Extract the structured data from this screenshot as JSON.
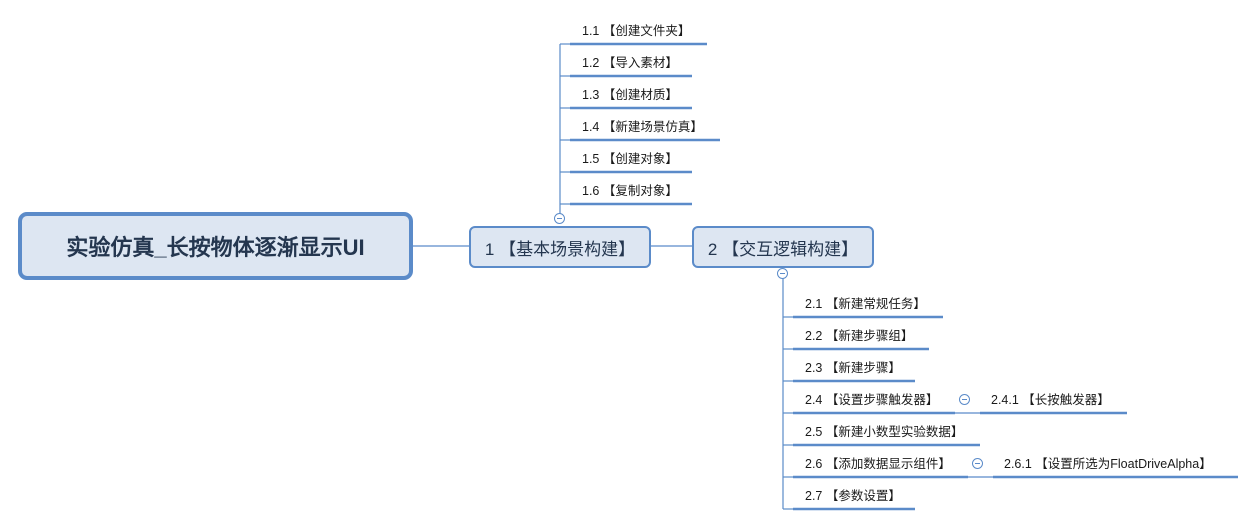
{
  "root": {
    "label": "实验仿真_长按物体逐渐显示UI"
  },
  "topics": [
    {
      "label": "1 【基本场景构建】",
      "children": [
        {
          "label": "1.1 【创建文件夹】"
        },
        {
          "label": "1.2 【导入素材】"
        },
        {
          "label": "1.3 【创建材质】"
        },
        {
          "label": "1.4 【新建场景仿真】"
        },
        {
          "label": "1.5 【创建对象】"
        },
        {
          "label": "1.6 【复制对象】"
        }
      ]
    },
    {
      "label": "2 【交互逻辑构建】",
      "children": [
        {
          "label": "2.1 【新建常规任务】"
        },
        {
          "label": "2.2 【新建步骤组】"
        },
        {
          "label": "2.3 【新建步骤】"
        },
        {
          "label": "2.4 【设置步骤触发器】",
          "child": {
            "label": "2.4.1 【长按触发器】"
          }
        },
        {
          "label": "2.5 【新建小数型实验数据】"
        },
        {
          "label": "2.6 【添加数据显示组件】",
          "child": {
            "label": "2.6.1 【设置所选为FloatDriveAlpha】"
          }
        },
        {
          "label": "2.7 【参数设置】"
        }
      ]
    }
  ],
  "colors": {
    "line": "#5b8bc9",
    "topic_fill": "#dde6f2",
    "text": "#24364f"
  }
}
